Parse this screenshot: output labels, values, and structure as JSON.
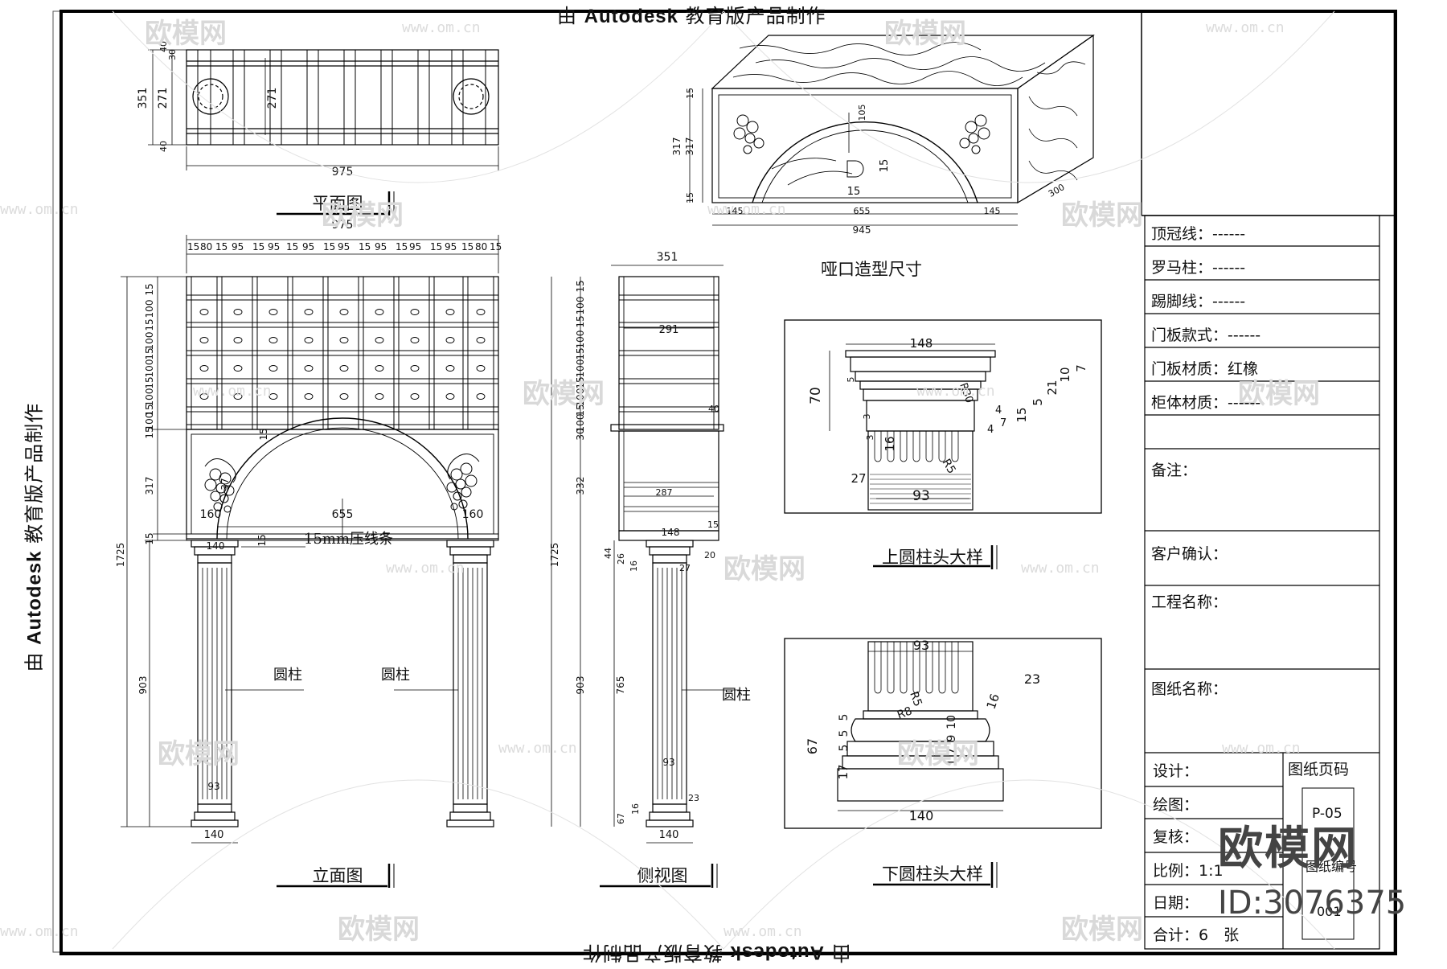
{
  "watermark": {
    "stamp_prefix": "由",
    "stamp_brand": "Autodesk",
    "stamp_suffix": "教育版产品制作",
    "site_cn": "欧模网",
    "site_url": "www.om.cn"
  },
  "views": {
    "plan_title": "平面图",
    "elevation_title": "立面图",
    "side_title": "侧视图",
    "arch_title": "哑口造型尺寸",
    "upper_cap_title": "上圆柱头大样",
    "lower_cap_title": "下圆柱头大样"
  },
  "labels": {
    "pressing_strip": "15mm压线条",
    "column": "圆柱"
  },
  "dims": {
    "plan": [
      "975",
      "351",
      "271",
      "271",
      "40",
      "30",
      "40"
    ],
    "elev_top": [
      "975",
      "15",
      "80",
      "15",
      "95",
      "15",
      "95",
      "15",
      "95",
      "15",
      "95",
      "15",
      "95",
      "15",
      "95",
      "15",
      "95",
      "15",
      "80",
      "15"
    ],
    "elev_side": [
      "15",
      "100",
      "15",
      "100",
      "15",
      "100",
      "15",
      "100",
      "15",
      "100",
      "15",
      "15",
      "317",
      "15",
      "1725",
      "903",
      "15"
    ],
    "elev_arch": [
      "160",
      "655",
      "160",
      "15",
      "140",
      "93",
      "140",
      "37"
    ],
    "side": [
      "351",
      "291",
      "40",
      "287",
      "148",
      "15",
      "20",
      "44",
      "26",
      "16",
      "27",
      "332",
      "30",
      "1725",
      "903",
      "765",
      "93",
      "23",
      "16",
      "67",
      "140",
      "15",
      "100",
      "15",
      "100",
      "15",
      "100",
      "15",
      "100",
      "15",
      "100"
    ],
    "arch": [
      "15",
      "317",
      "15",
      "105",
      "15",
      "15",
      "145",
      "655",
      "145",
      "945",
      "300"
    ],
    "upper_cap": [
      "148",
      "70",
      "10",
      "7",
      "21",
      "5",
      "15",
      "4",
      "7",
      "4",
      "16",
      "R30",
      "R5",
      "5",
      "3",
      "3",
      "27",
      "93"
    ],
    "lower_cap": [
      "93",
      "23",
      "16",
      "R5",
      "R8",
      "5",
      "5",
      "5",
      "10",
      "9",
      "7",
      "1",
      "67",
      "17",
      "140"
    ]
  },
  "title_block": {
    "rows": [
      {
        "label": "顶冠线：",
        "value": "------"
      },
      {
        "label": "罗马柱：",
        "value": "------"
      },
      {
        "label": "踢脚线：",
        "value": "------"
      },
      {
        "label": "门板款式：",
        "value": "------"
      },
      {
        "label": "门板材质：",
        "value": "红橡"
      },
      {
        "label": "柜体材质：",
        "value": "------"
      },
      {
        "label": "备注：",
        "value": ""
      },
      {
        "label": "客户确认：",
        "value": ""
      },
      {
        "label": "工程名称：",
        "value": ""
      },
      {
        "label": "图纸名称：",
        "value": ""
      }
    ],
    "design": "设计：",
    "drawn": "绘图：",
    "review": "复核：",
    "scale": "比例：1:1",
    "date": "日期：",
    "total": "合计：6　张",
    "page_code_label": "图纸页码",
    "page_code": "P-05",
    "number_label": "图纸编号",
    "number": "001"
  },
  "brand": {
    "name": "欧模网",
    "id": "ID:3076375"
  }
}
